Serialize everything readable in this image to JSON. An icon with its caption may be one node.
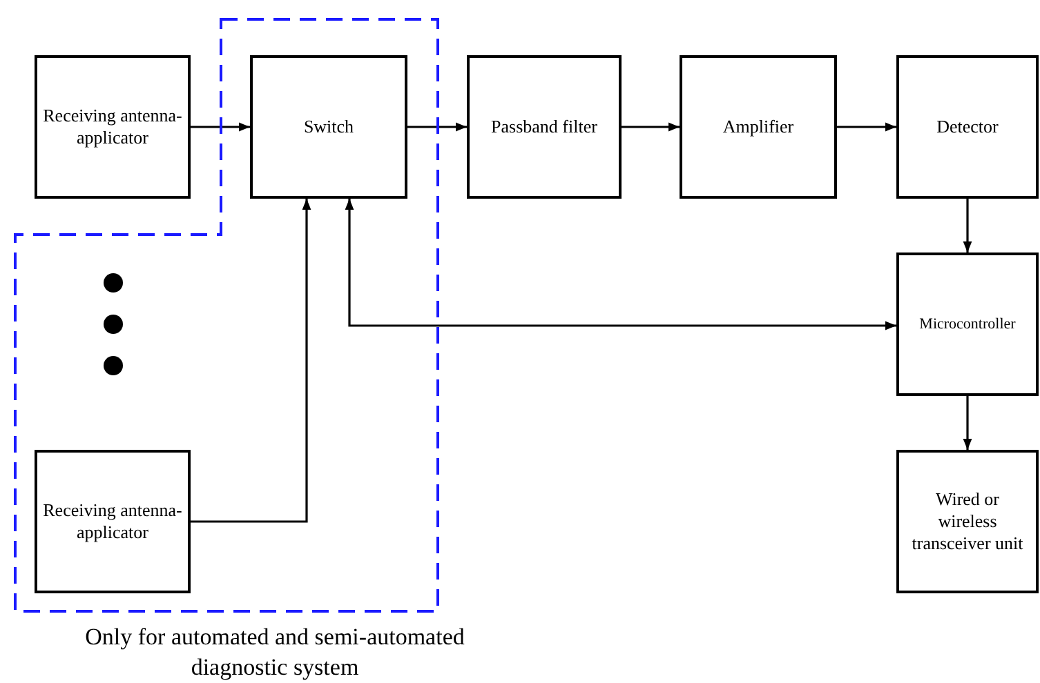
{
  "diagram": {
    "nodes": [
      {
        "text": [
          "Only for automated and semi-automated diagnostic system"
        ]
      },
      {
        "text": [
          "Receiving antenna-applicator"
        ]
      },
      {
        "text": [
          "Switch"
        ],
        "in": 0
      },
      {
        "text": [
          "Passband filter"
        ]
      },
      {
        "text": [
          "Amplifier"
        ]
      },
      {
        "text": [
          "Detector"
        ]
      },
      {
        "text": [
          "Microcontroller"
        ]
      },
      {
        "text": [
          "Receiving antenna-applicator"
        ],
        "in": 0
      },
      {
        "text": [
          "Wired or wireless transceiver unit"
        ]
      }
    ],
    "edges": [
      {
        "from": 1,
        "to": 2,
        "arrow": "to"
      },
      {
        "from": 2,
        "to": 3,
        "arrow": "to"
      },
      {
        "from": 3,
        "to": 4,
        "arrow": "to"
      },
      {
        "from": 4,
        "to": 5,
        "arrow": "to"
      },
      {
        "from": 5,
        "to": 6,
        "arrow": "to"
      },
      {
        "from": 6,
        "to": 2,
        "arrow": "both"
      },
      {
        "from": 7,
        "to": 2,
        "arrow": "to"
      },
      {
        "from": 6,
        "to": 8,
        "arrow": "to"
      }
    ]
  }
}
